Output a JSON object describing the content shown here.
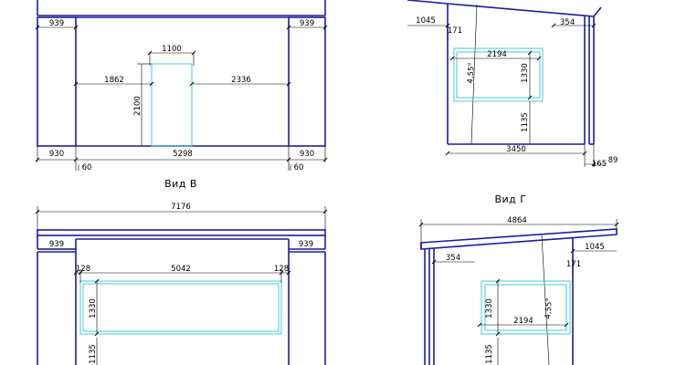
{
  "views": {
    "b": {
      "title": "Вид В"
    },
    "g": {
      "title": "Вид Г"
    }
  },
  "dims": {
    "tl_top_left": "939",
    "tl_top_right": "939",
    "tl_door_width": "1100",
    "tl_left_to_door": "1862",
    "tl_door_to_right": "2336",
    "tl_door_height": "2100",
    "tl_bottom_left": "930",
    "tl_bottom_mid": "5298",
    "tl_bottom_right": "930",
    "tl_offset_left": "60",
    "tl_offset_right": "60",
    "tr_overhang": "1045",
    "tr_roof_right": "354",
    "tr_small": "171",
    "tr_window_width": "2194",
    "tr_window_height": "1330",
    "tr_slope": "4,55°",
    "tr_sill_height": "1135",
    "tr_bottom": "3450",
    "tr_post": "165",
    "tr_post2": "89",
    "bl_total": "7176",
    "bl_top_left": "939",
    "bl_top_right": "939",
    "bl_in_left": "128",
    "bl_window_width": "5042",
    "bl_in_right": "128",
    "bl_window_height": "1330",
    "bl_sill_height": "1135",
    "br_total": "4864",
    "br_overhang": "1045",
    "br_roof_left": "354",
    "br_small": "171",
    "br_window_height": "1330",
    "br_slope": "4,55°",
    "br_window_width": "2194",
    "br_sill_height": "1135"
  }
}
